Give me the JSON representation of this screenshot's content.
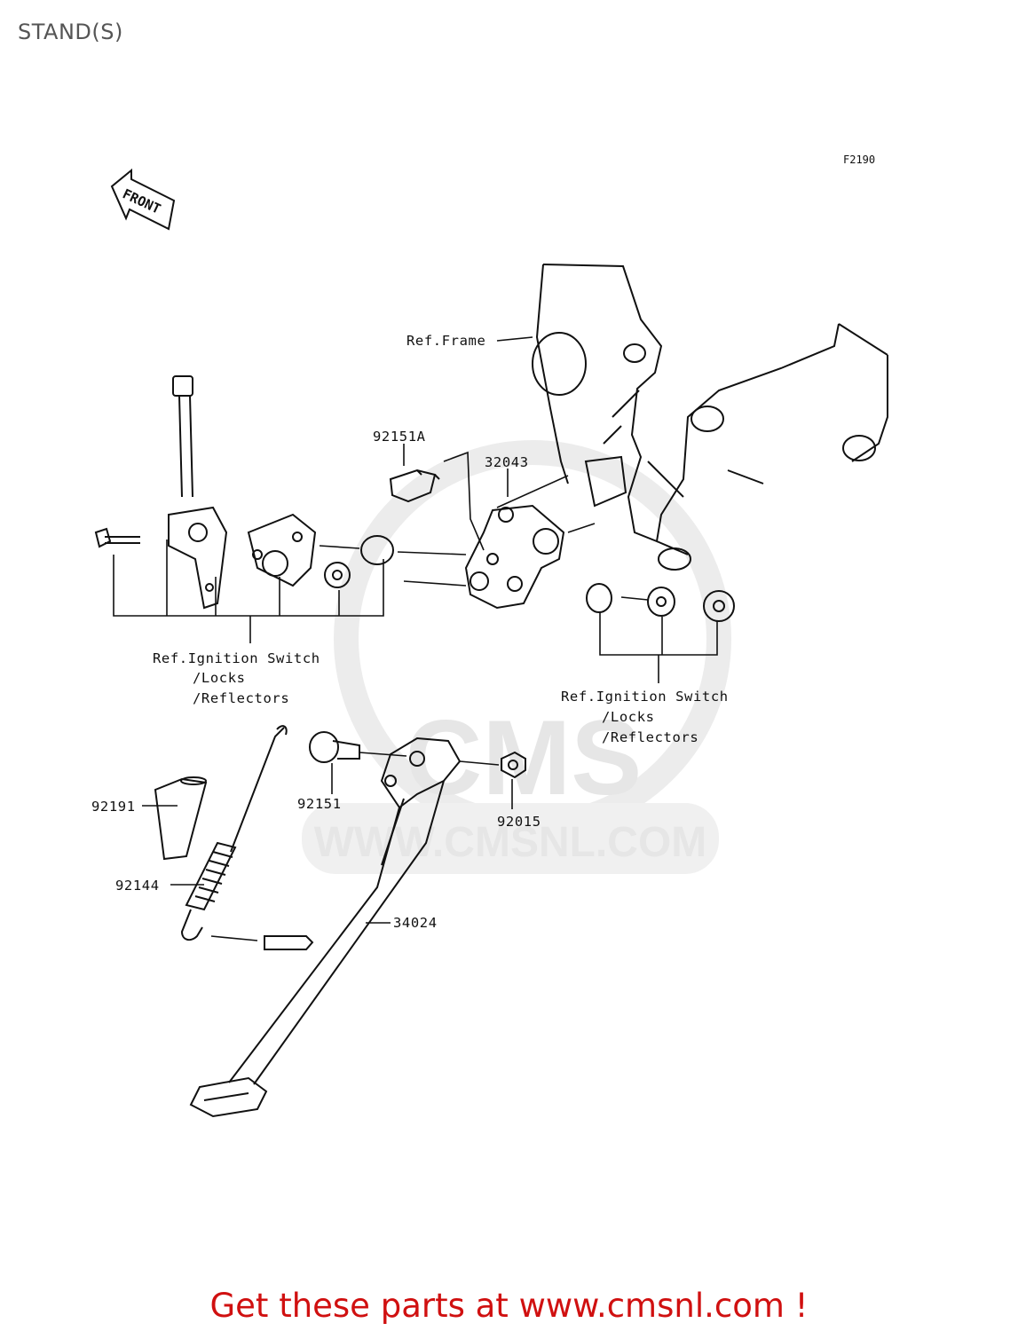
{
  "page": {
    "title": "STAND(S)"
  },
  "diagram": {
    "figure_code": "F2190",
    "direction_arrow": "FRONT",
    "watermark": {
      "site": "WWW.CMSNL.COM",
      "brand": "CMS"
    },
    "parts": {
      "p92151A": "92151A",
      "p32043": "32043",
      "p92191": "92191",
      "p92144": "92144",
      "p92151": "92151",
      "p92015": "92015",
      "p34024": "34024"
    },
    "references": {
      "frame": "Ref.Frame",
      "ignition_left": {
        "line1": "Ref.Ignition Switch",
        "line2": "/Locks",
        "line3": "/Reflectors"
      },
      "ignition_right": {
        "line1": "Ref.Ignition Switch",
        "line2": "/Locks",
        "line3": "/Reflectors"
      }
    }
  },
  "footer": {
    "cta": "Get these parts at www.cmsnl.com !"
  }
}
